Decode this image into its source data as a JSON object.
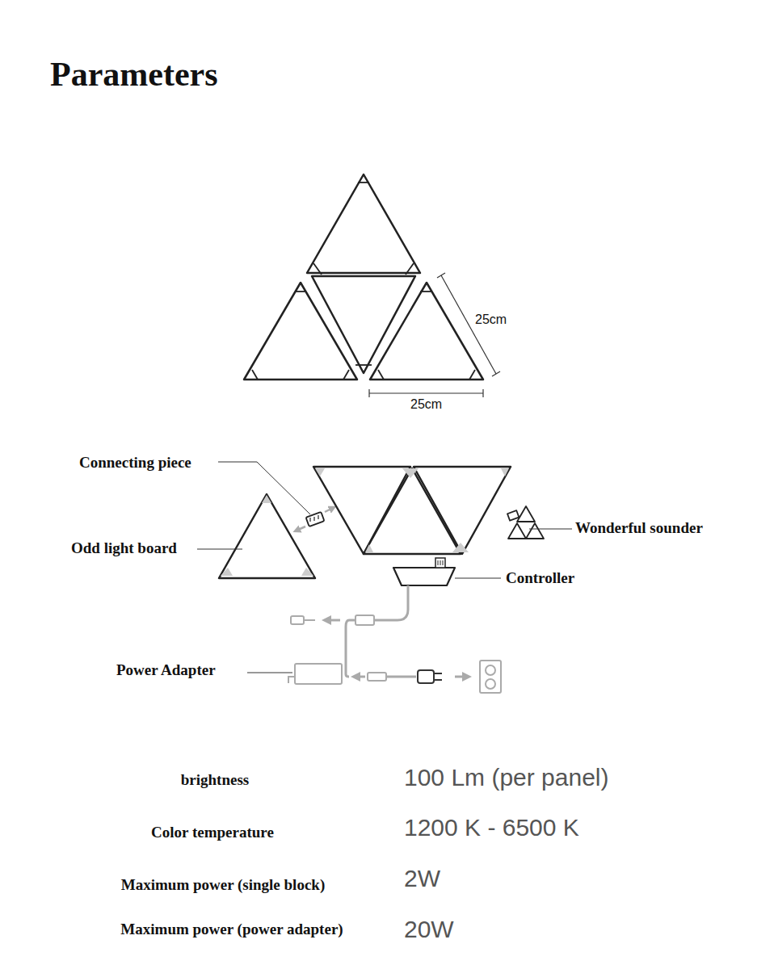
{
  "diagram": {
    "title": "Parameters",
    "labels": [
      "25cm",
      "25cm",
      "Connecting piece",
      "Odd light board",
      "Wonderful sounder",
      "Controller",
      "Power Adapter",
      "brightness",
      "100 Lm (per panel)",
      "Color temperature",
      "1200 K - 6500 K",
      "Maximum power (single block)",
      "2W",
      "Maximum power (power adapter)",
      "20W"
    ]
  }
}
